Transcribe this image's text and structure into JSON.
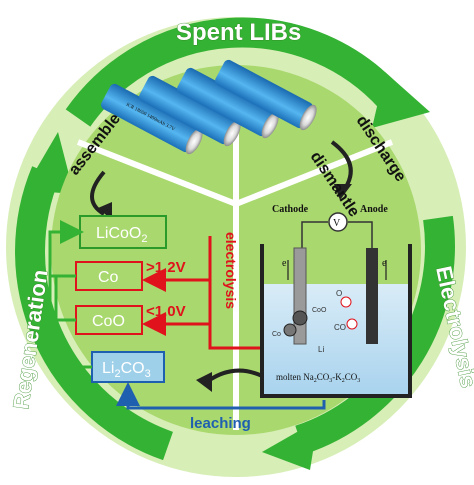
{
  "ring": {
    "spent_libs": "Spent LIBs",
    "electrolysis": "Electrolysis",
    "regeneration": "Regeneration"
  },
  "steps": {
    "assemble": "assemble",
    "discharge": "discharge",
    "dismantle": "dismantle",
    "leaching": "leaching"
  },
  "boxes": {
    "licoo2_main": "LiCoO",
    "licoo2_sub": "2",
    "co": "Co",
    "coo": "CoO",
    "li2co3_a": "Li",
    "li2co3_sub": "2",
    "li2co3_b": "CO",
    "li2co3_sub2": "3"
  },
  "conditions": {
    "high": ">1.2V",
    "low": "<1.0V",
    "electrolysis_label": "electrolysis"
  },
  "cell": {
    "cathode": "Cathode",
    "anode": "Anode",
    "meter": "V",
    "e_left": "e",
    "e_right": "e",
    "melt_a": "molten Na",
    "melt_sub1": "2",
    "melt_b": "CO",
    "melt_sub2": "3",
    "melt_c": "-K",
    "melt_sub3": "2",
    "melt_d": "CO",
    "melt_sub4": "3",
    "o2": "O",
    "co2": "CO",
    "li2co3_small": "Li",
    "cocoo": "Co",
    "coo_small": "CoO"
  },
  "battery_label": "ICR 18650 1400mAh 3.7V",
  "colors": {
    "ring_green": "#34b233",
    "ring_light": "#cfe9a8",
    "sector_green": "#a9d86e",
    "red": "#e0121b",
    "blue": "#1f5fb0",
    "battery": "#2a8fd8"
  }
}
